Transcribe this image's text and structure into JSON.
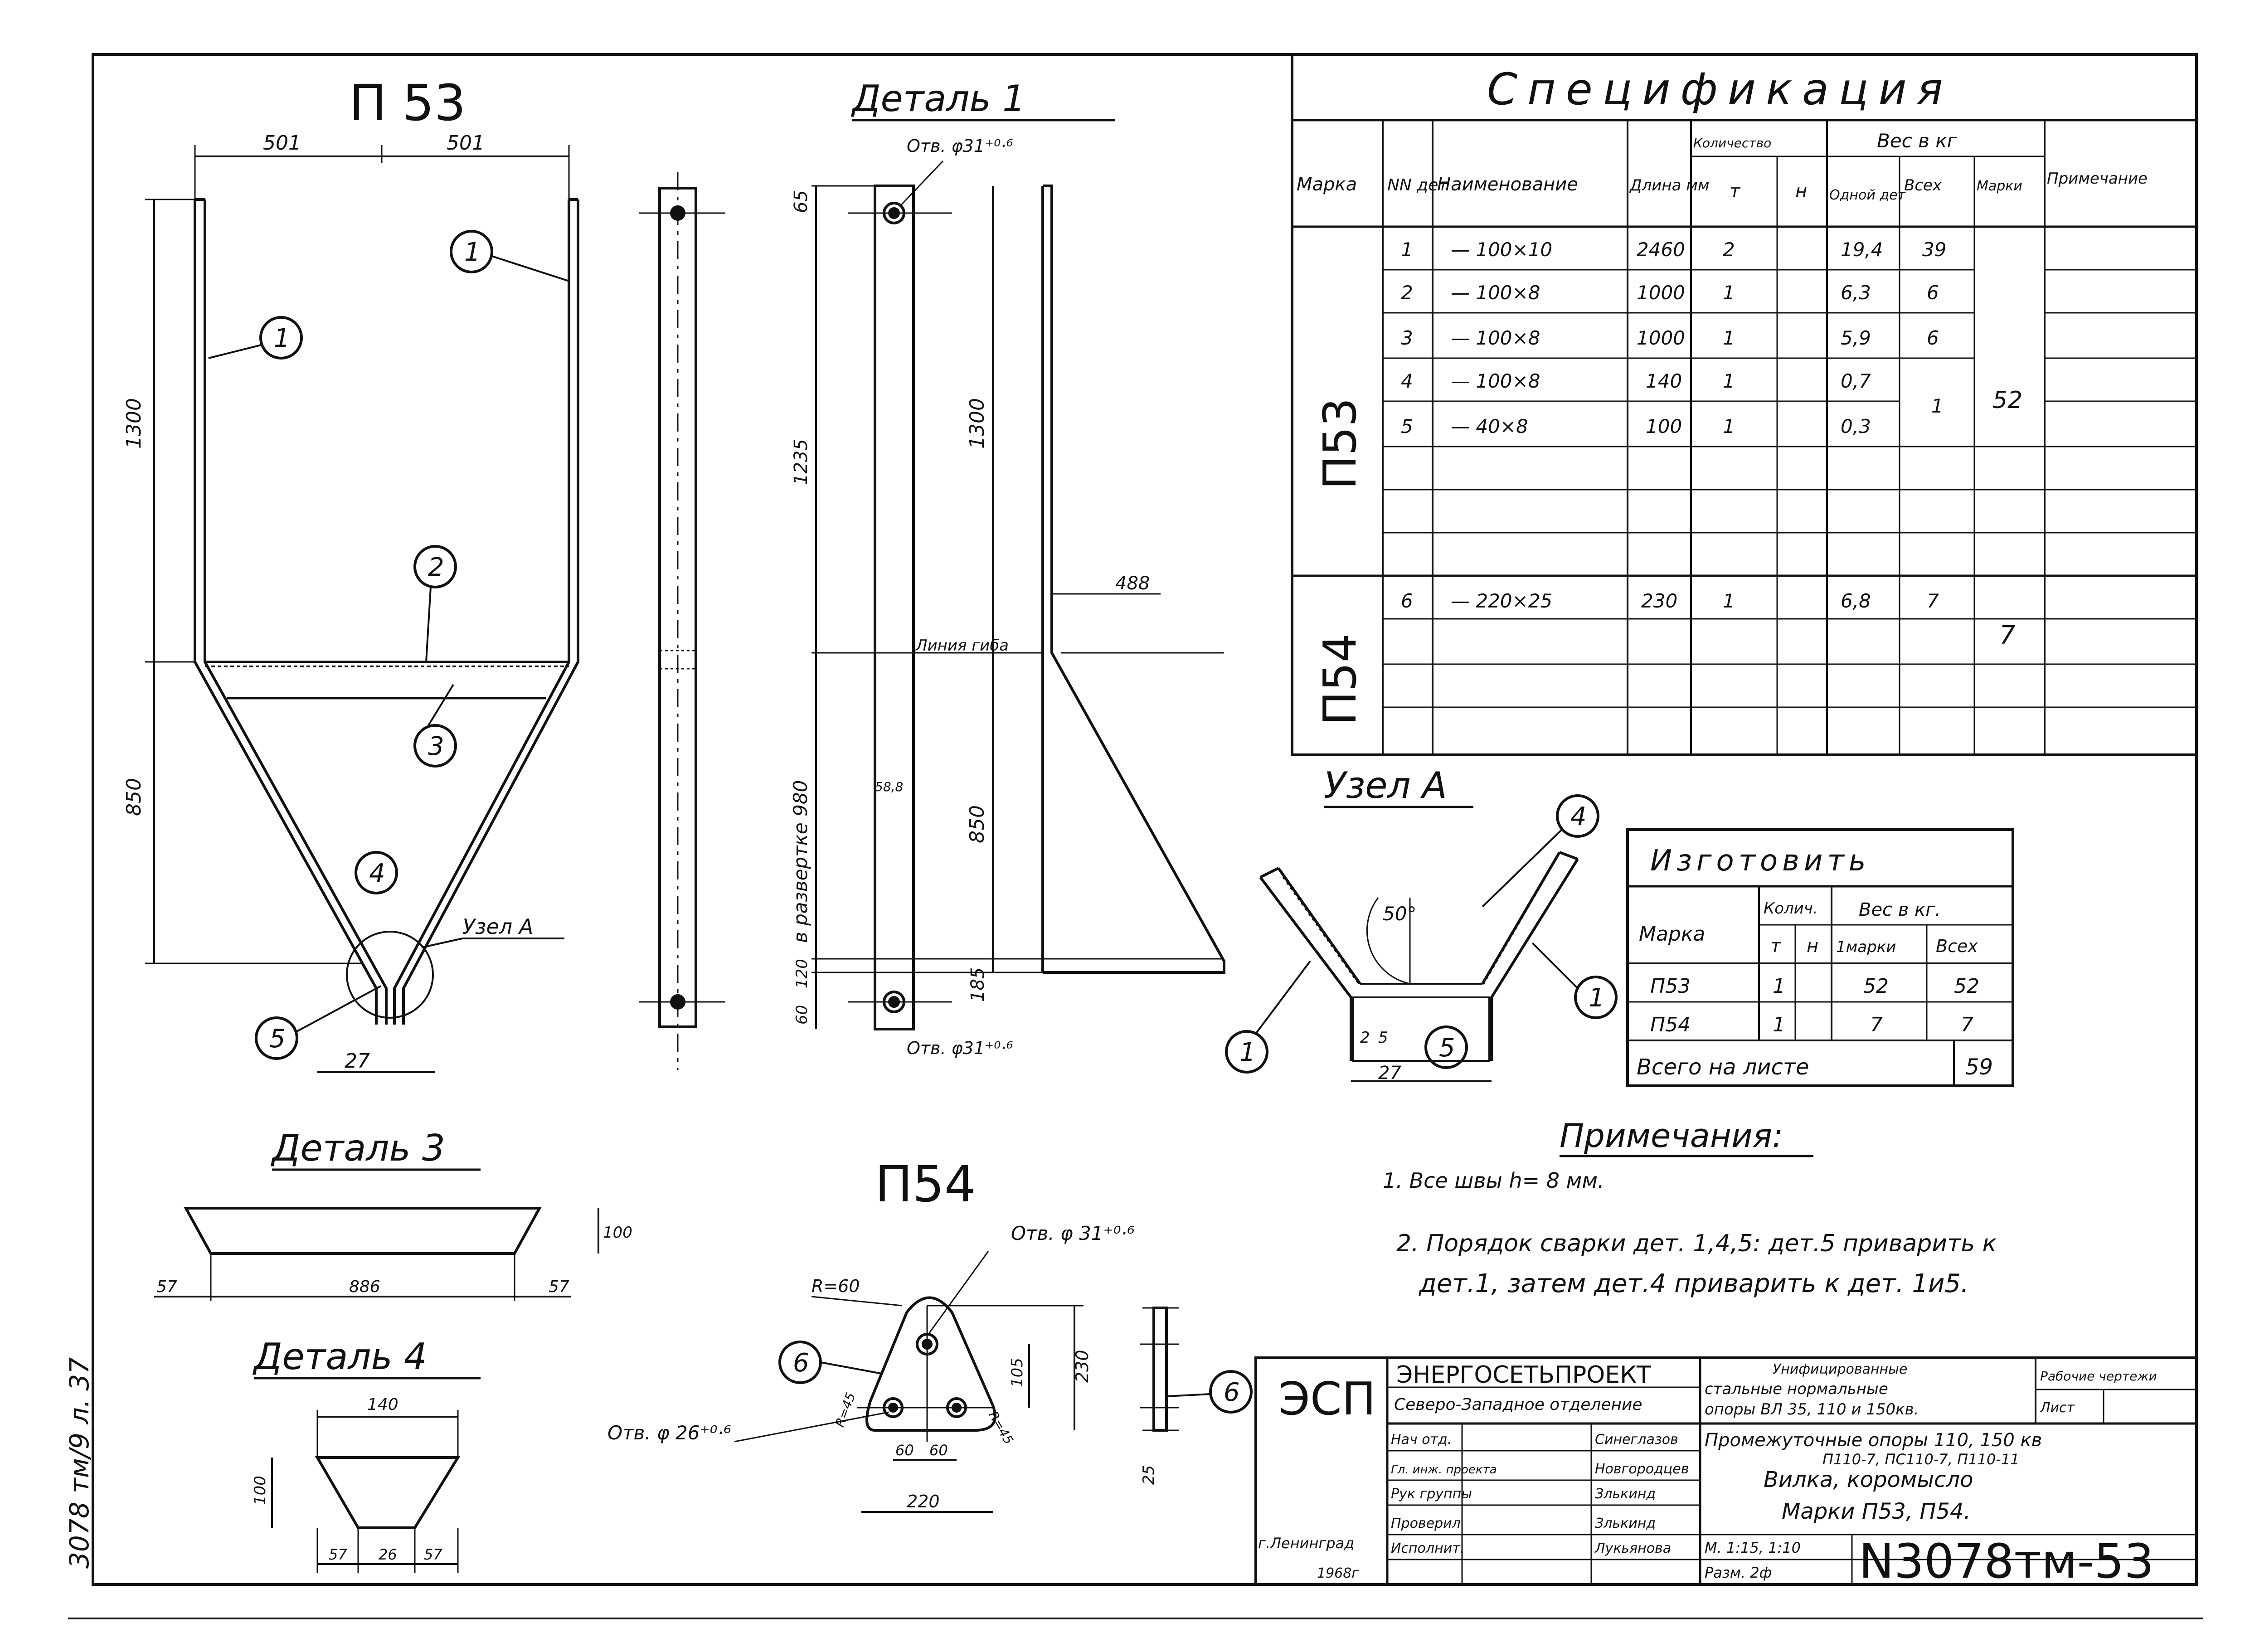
{
  "drawing": {
    "p53_title": "П 53",
    "p54_title": "П54",
    "detail1_title": "Деталь 1",
    "detail3_title": "Деталь 3",
    "detail4_title": "Деталь 4",
    "node_title": "Узел А",
    "node_label": "Узел А",
    "side_stamp": "3078 тм/9 л. 37",
    "callouts": [
      "1",
      "2",
      "3",
      "4",
      "5",
      "6"
    ],
    "p53_dims": {
      "top_left": "501",
      "top_right": "501",
      "h1300": "1300",
      "h850": "850",
      "bottom": "27"
    },
    "detail1_dims": {
      "hole_top": "Отв. φ31⁺⁰·⁶",
      "d65": "65",
      "d1235": "1235",
      "d1300": "1300",
      "dev": "в развертке 980",
      "d850": "850",
      "d185": "185",
      "d120": "120",
      "d60": "60",
      "d488": "488",
      "bend": "Линия гиба",
      "hole_bottom": "Отв. φ31⁺⁰·⁶",
      "d58": "58,8"
    },
    "detail3_dims": {
      "height": "100",
      "left": "57",
      "mid": "886",
      "right": "57"
    },
    "detail4_dims": {
      "top": "140",
      "height": "100",
      "l": "57",
      "m": "26",
      "r": "57"
    },
    "p54_dims": {
      "hole_top": "Отв. φ 31⁺⁰·⁶",
      "hole_left": "Отв. φ 26⁺⁰·⁶",
      "radius": "R=60",
      "r_left": "R=45",
      "r_right": "R=45",
      "d105": "105",
      "d230": "230",
      "d60a": "60",
      "d60b": "60",
      "d220": "220",
      "d25": "25"
    },
    "node_dims": {
      "angle": "50°",
      "d2": "2",
      "d5": "5",
      "d27": "27"
    }
  },
  "spec": {
    "title": "Спецификация",
    "headers": {
      "marka": "Марка",
      "nn": "NN дет",
      "name": "Наименование",
      "length": "Длина мм",
      "qty": "Количество",
      "qty_t": "т",
      "qty_n": "н",
      "weight": "Вес в кг",
      "w_one": "Одной дет",
      "w_all": "Всех",
      "w_mark": "Марки",
      "note": "Примечание"
    },
    "group1_mark": "П53",
    "group2_mark": "П54",
    "group1_mark_weight": "52",
    "group2_mark_weight": "7",
    "rows1": [
      {
        "nn": "1",
        "name": "— 100×10",
        "len": "2460",
        "t": "2",
        "one": "19,4",
        "all": "39"
      },
      {
        "nn": "2",
        "name": "— 100×8",
        "len": "1000",
        "t": "1",
        "one": "6,3",
        "all": "6"
      },
      {
        "nn": "3",
        "name": "— 100×8",
        "len": "1000",
        "t": "1",
        "one": "5,9",
        "all": "6"
      },
      {
        "nn": "4",
        "name": "— 100×8",
        "len": "140",
        "t": "1",
        "one": "0,7",
        "all": "1"
      },
      {
        "nn": "5",
        "name": "— 40×8",
        "len": "100",
        "t": "1",
        "one": "0,3",
        "all": ""
      }
    ],
    "rows2": [
      {
        "nn": "6",
        "name": "— 220×25",
        "len": "230",
        "t": "1",
        "one": "6,8",
        "all": "7"
      }
    ]
  },
  "make": {
    "title": "Изготовить",
    "h_marka": "Марка",
    "h_qty": "Колич.",
    "h_t": "т",
    "h_n": "н",
    "h_weight": "Вес в кг.",
    "h_one": "1марки",
    "h_all": "Всех",
    "rows": [
      {
        "mark": "П53",
        "t": "1",
        "one": "52",
        "all": "52"
      },
      {
        "mark": "П54",
        "t": "1",
        "one": "7",
        "all": "7"
      }
    ],
    "total_label": "Всего на листе",
    "total": "59"
  },
  "notes": {
    "title": "Примечания:",
    "n1": "1. Все швы h= 8 мм.",
    "n2a": "2. Порядок сварки дет. 1,4,5: дет.5 приварить к",
    "n2b": "дет.1, затем дет.4 приварить к дет. 1и5."
  },
  "titleblock": {
    "logo": "ЭСП",
    "org": "ЭНЕРГОСЕТЬПРОЕКТ",
    "branch": "Северо-Западное отделение",
    "series1": "Унифицированные",
    "series2": "стальные нормальные",
    "series3": "опоры ВЛ 35, 110 и 150кв.",
    "stage": "Рабочие чертежи",
    "sheet": "Лист",
    "rows": [
      {
        "role": "Нач отд.",
        "name": "Синеглазов"
      },
      {
        "role": "Гл. инж. проекта",
        "name": "Новгородцев"
      },
      {
        "role": "Рук группы",
        "name": "Злькинд"
      },
      {
        "role": "Проверил",
        "name": "Злькинд"
      },
      {
        "role": "Исполнит.",
        "name": "Лукьянова"
      }
    ],
    "obj1": "Промежуточные опоры 110, 150 кв",
    "obj2": "П110-7, ПС110-7, П110-11",
    "obj3": "Вилка, коромысло",
    "obj4": "Марки П53, П54.",
    "scale": "М. 1:15, 1:10",
    "format": "Разм. 2ф",
    "city": "г.Ленинград",
    "year": "1968г",
    "doc_no": "N3078тм-53"
  }
}
